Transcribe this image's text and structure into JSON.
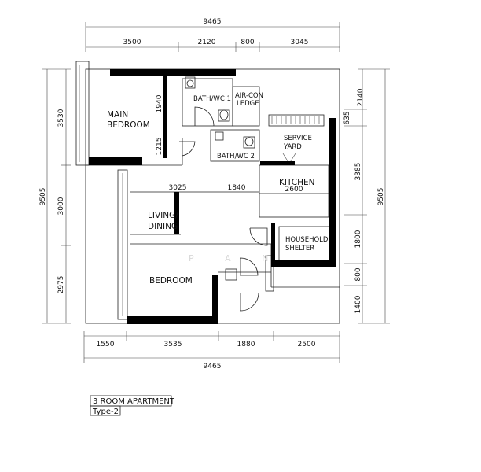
{
  "title": {
    "line1": "3 ROOM APARTMENT",
    "line2": "Type-2"
  },
  "watermark": "P A N",
  "rooms": {
    "main_bedroom": [
      "MAIN",
      "BEDROOM"
    ],
    "bath_wc_1": "BATH/WC 1",
    "aircon_ledge": [
      "AIR-CON",
      "LEDGE"
    ],
    "bath_wc_2": "BATH/WC 2",
    "service_yard": [
      "SERVICE",
      "YARD"
    ],
    "kitchen": "KITCHEN",
    "living_dining": [
      "LIVING/",
      "DINING"
    ],
    "household_shelter": [
      "HOUSEHOLD",
      "SHELTER"
    ],
    "bedroom": "BEDROOM"
  },
  "dimensions": {
    "top_total": "9465",
    "top": [
      "3500",
      "2120",
      "800",
      "3045"
    ],
    "bottom": [
      "1550",
      "3535",
      "1880",
      "2500"
    ],
    "bottom_total": "9465",
    "left_total": "9505",
    "left": [
      "3530",
      "3000",
      "2975"
    ],
    "right_total": "9505",
    "right": [
      "2140",
      "635",
      "3385",
      "1800",
      "800",
      "1400"
    ],
    "interior": {
      "bedroom_wall_upper": "1940",
      "bedroom_wall_lower": "1215",
      "living_left": "3025",
      "living_right": "1840",
      "kitchen": "2600"
    }
  }
}
